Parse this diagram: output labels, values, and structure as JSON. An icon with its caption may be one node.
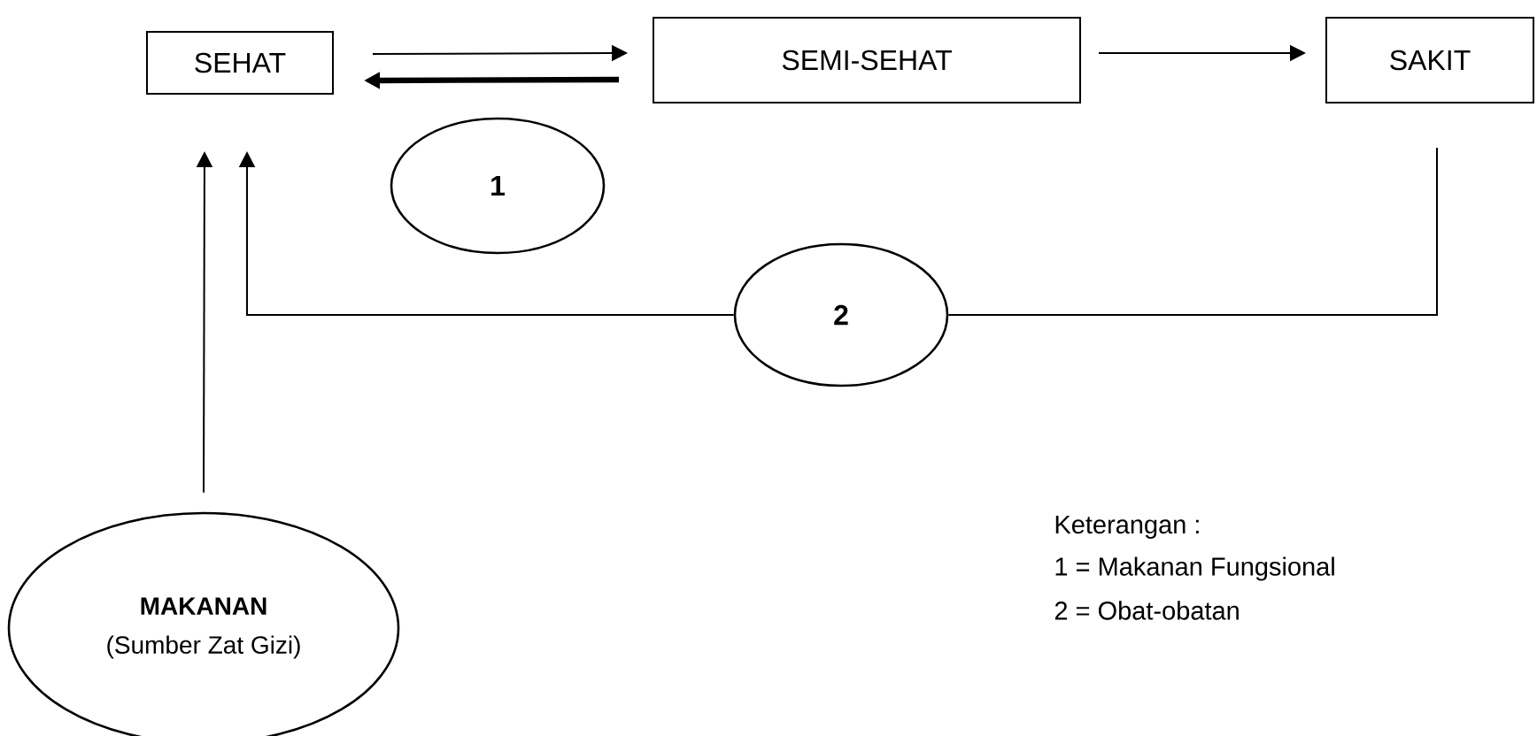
{
  "diagram": {
    "nodes": [
      {
        "text": [
          "SEHAT"
        ]
      },
      {
        "text": [
          "SEMI-SEHAT"
        ]
      },
      {
        "text": [
          "SAKIT"
        ]
      },
      {
        "text": [
          "1"
        ]
      },
      {
        "text": [
          "2"
        ]
      },
      {
        "text": [
          "MAKANAN",
          "(Sumber Zat Gizi)"
        ]
      }
    ],
    "edges": [
      {
        "from": 0,
        "to": 1,
        "arrow": "to"
      },
      {
        "from": 1,
        "to": 0,
        "arrow": "to",
        "style": "thick"
      },
      {
        "from": 1,
        "to": 2,
        "arrow": "to"
      },
      {
        "from": 2,
        "to": 4,
        "arrow": "none"
      },
      {
        "from": 4,
        "to": 0,
        "arrow": "to"
      },
      {
        "from": 5,
        "to": 0,
        "arrow": "to"
      }
    ],
    "labels": [
      "Keterangan :",
      "1 = Makanan Fungsional",
      "2 = Obat-obatan"
    ]
  }
}
